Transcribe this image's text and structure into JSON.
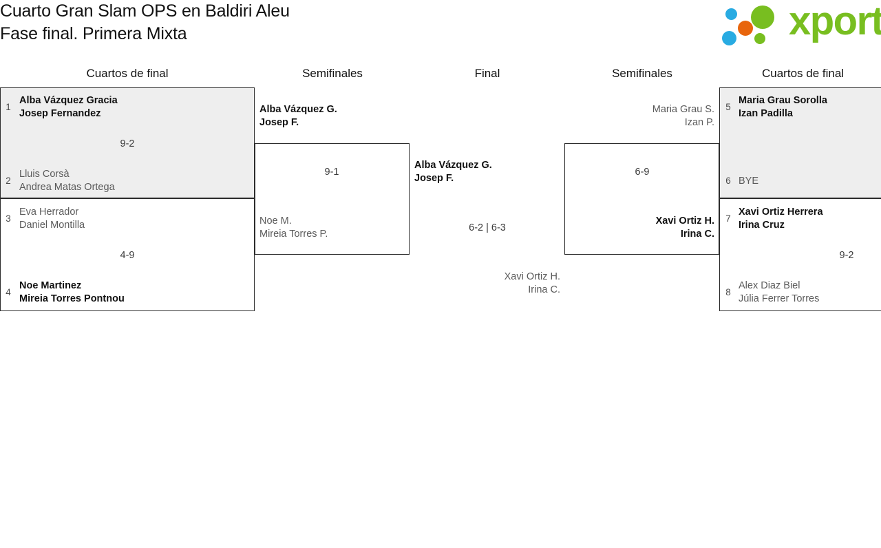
{
  "header": {
    "title_line1": "Cuarto Gran Slam OPS en Baldiri Aleu",
    "title_line2": "Fase final. Primera Mixta",
    "logo_word": "xporty",
    "logo_colors": {
      "green": "#78be20",
      "blue": "#29abe2",
      "orange": "#e8650d"
    }
  },
  "rounds": [
    {
      "label": "Cuartos de final"
    },
    {
      "label": "Semifinales"
    },
    {
      "label": "Final"
    },
    {
      "label": "Semifinales"
    },
    {
      "label": "Cuartos de final"
    }
  ],
  "bracket": {
    "left_quarterfinals": [
      {
        "score": "9-2",
        "top": {
          "seed": "1",
          "player1": "Alba Vázquez Gracia",
          "player2": "Josep Fernandez",
          "result": "winner"
        },
        "bottom": {
          "seed": "2",
          "player1": "Lluis Corsà",
          "player2": "Andrea Matas Ortega",
          "result": "loser"
        }
      },
      {
        "score": "4-9",
        "top": {
          "seed": "3",
          "player1": "Eva Herrador",
          "player2": "Daniel Montilla",
          "result": "loser"
        },
        "bottom": {
          "seed": "4",
          "player1": "Noe Martinez",
          "player2": "Mireia Torres Pontnou",
          "result": "winner"
        }
      }
    ],
    "left_semifinal": {
      "score": "9-1",
      "top": {
        "player1": "Alba Vázquez G.",
        "player2": "Josep F.",
        "result": "winner"
      },
      "bottom": {
        "player1": "Noe M.",
        "player2": "Mireia Torres P.",
        "result": "loser"
      }
    },
    "final": {
      "score": "6-2 | 6-3",
      "top": {
        "player1": "Alba Vázquez G.",
        "player2": "Josep F.",
        "result": "winner"
      },
      "bottom": {
        "player1": "Xavi Ortiz H.",
        "player2": "Irina C.",
        "result": "loser"
      }
    },
    "right_semifinal": {
      "score": "6-9",
      "top": {
        "player1": "Maria Grau S.",
        "player2": "Izan P.",
        "result": "loser"
      },
      "bottom": {
        "player1": "Xavi Ortiz H.",
        "player2": "Irina C.",
        "result": "winner"
      }
    },
    "right_quarterfinals": [
      {
        "score": "",
        "top": {
          "seed": "5",
          "player1": "Maria Grau Sorolla",
          "player2": "Izan Padilla",
          "result": "winner"
        },
        "bottom": {
          "seed": "6",
          "player1": "BYE",
          "player2": "",
          "result": "loser"
        }
      },
      {
        "score": "9-2",
        "top": {
          "seed": "7",
          "player1": "Xavi Ortiz Herrera",
          "player2": "Irina Cruz",
          "result": "winner"
        },
        "bottom": {
          "seed": "8",
          "player1": "Alex Diaz Biel",
          "player2": "Júlia Ferrer Torres",
          "result": "loser"
        }
      }
    ]
  }
}
